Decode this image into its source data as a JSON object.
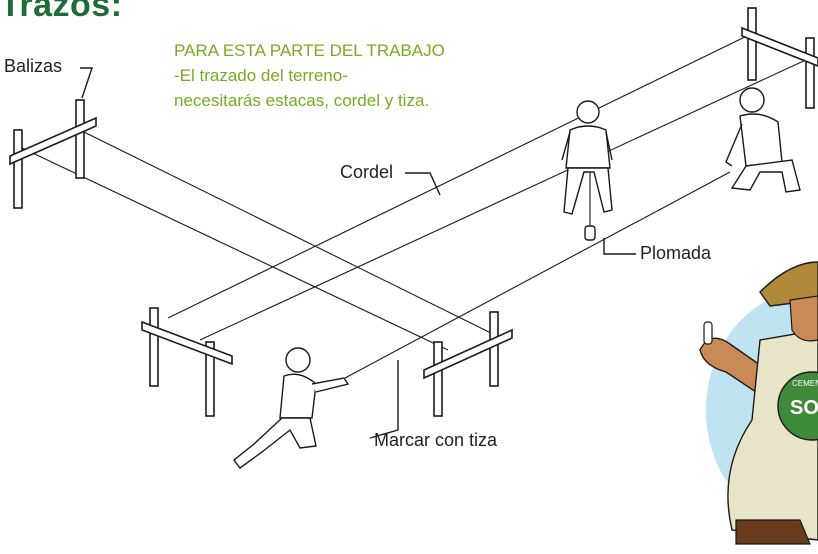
{
  "title": "Trazos:",
  "note": {
    "line1": "PARA ESTA PARTE DEL TRABAJO",
    "line2": "-El trazado del terreno-",
    "line3": "necesitarás estacas, cordel y tiza."
  },
  "labels": {
    "balizas": "Balizas",
    "cordel": "Cordel",
    "plomada": "Plomada",
    "marcar": "Marcar con tiza"
  },
  "mascot_badge": {
    "line1": "CEMEN",
    "line2": "SOI"
  },
  "colors": {
    "title": "#1f6b3a",
    "note": "#7aaa1f",
    "lines": "#1a1a1a",
    "mascot_circle": "#bfe3f0",
    "hat": "#b08a3a",
    "skin": "#c98a55",
    "shirt": "#e8e4c8",
    "badge": "#3f8a3a"
  }
}
